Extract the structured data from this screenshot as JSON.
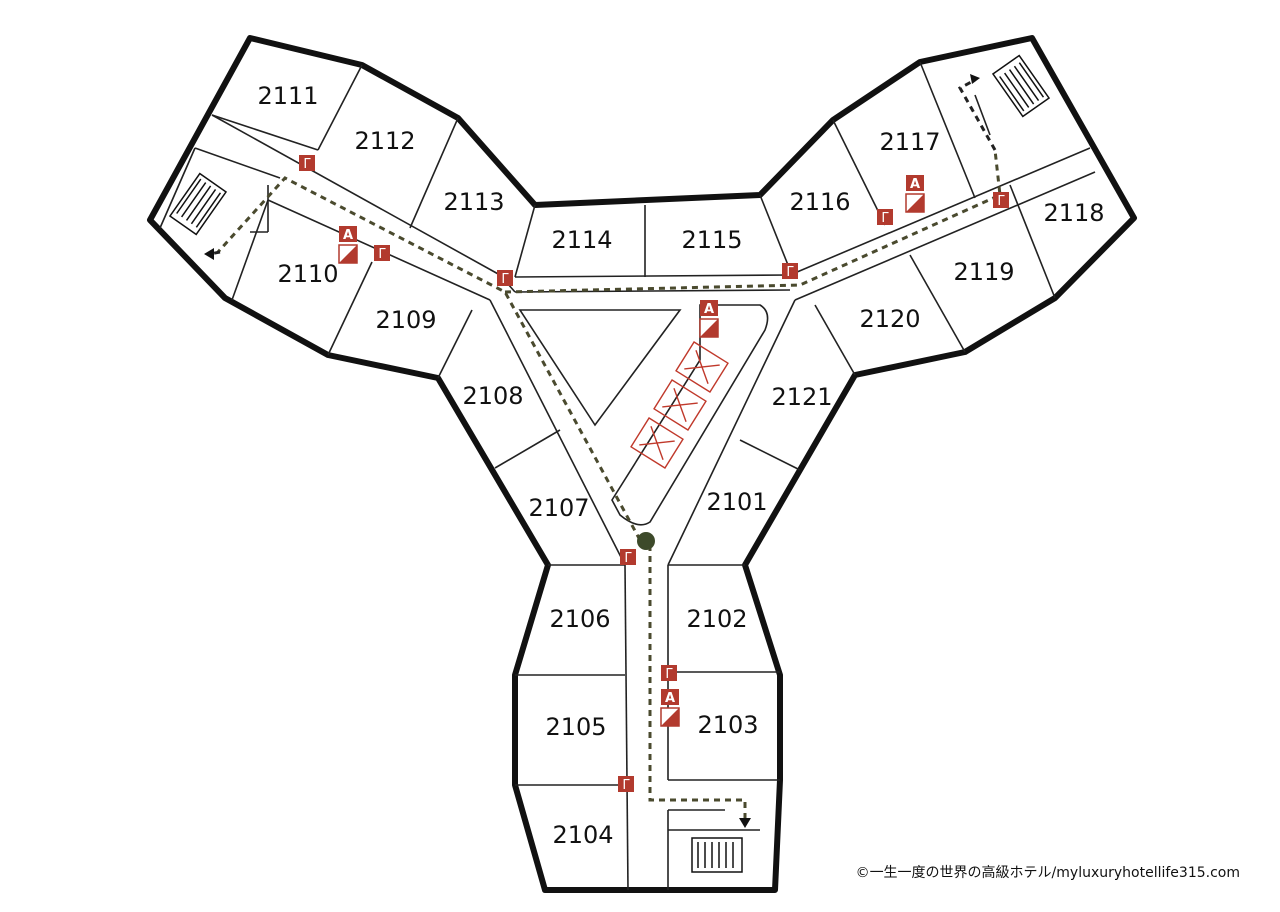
{
  "rooms": {
    "r2101": "2101",
    "r2102": "2102",
    "r2103": "2103",
    "r2104": "2104",
    "r2105": "2105",
    "r2106": "2106",
    "r2107": "2107",
    "r2108": "2108",
    "r2109": "2109",
    "r2110": "2110",
    "r2111": "2111",
    "r2112": "2112",
    "r2113": "2113",
    "r2114": "2114",
    "r2115": "2115",
    "r2116": "2116",
    "r2117": "2117",
    "r2118": "2118",
    "r2119": "2119",
    "r2120": "2120",
    "r2121": "2121"
  },
  "icons": {
    "alarm_letter": "A",
    "extinguisher_glyph": "Γ"
  },
  "colors": {
    "emergency_red": "#b23a2e",
    "route_olive": "#4a4a2e",
    "you_are_here": "#3d4a2a"
  },
  "credit": "©一生一度の世界の高級ホテル/myluxuryhotellife315.com"
}
